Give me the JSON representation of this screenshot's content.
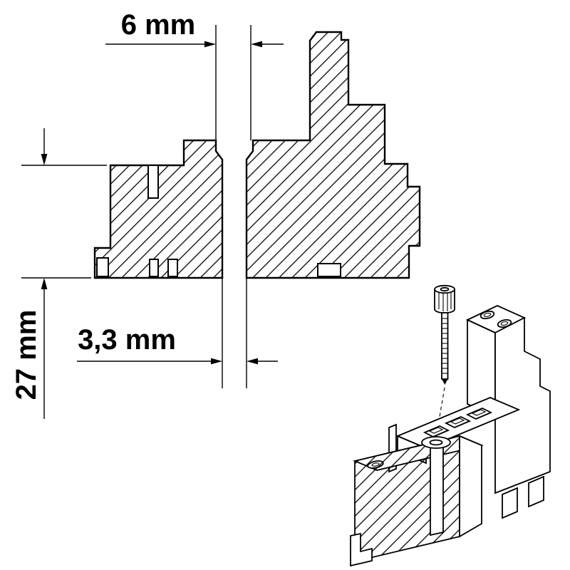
{
  "drawing": {
    "type": "technical-dimension-drawing",
    "dimensions": {
      "top_width": {
        "label": "6 mm",
        "value": "6",
        "unit": "mm"
      },
      "hole_width": {
        "label": "3,3 mm",
        "value": "3,3",
        "unit": "mm"
      },
      "height": {
        "label": "27 mm",
        "value": "27",
        "unit": "mm"
      }
    },
    "colors": {
      "line": "#000000",
      "background": "#ffffff"
    }
  }
}
